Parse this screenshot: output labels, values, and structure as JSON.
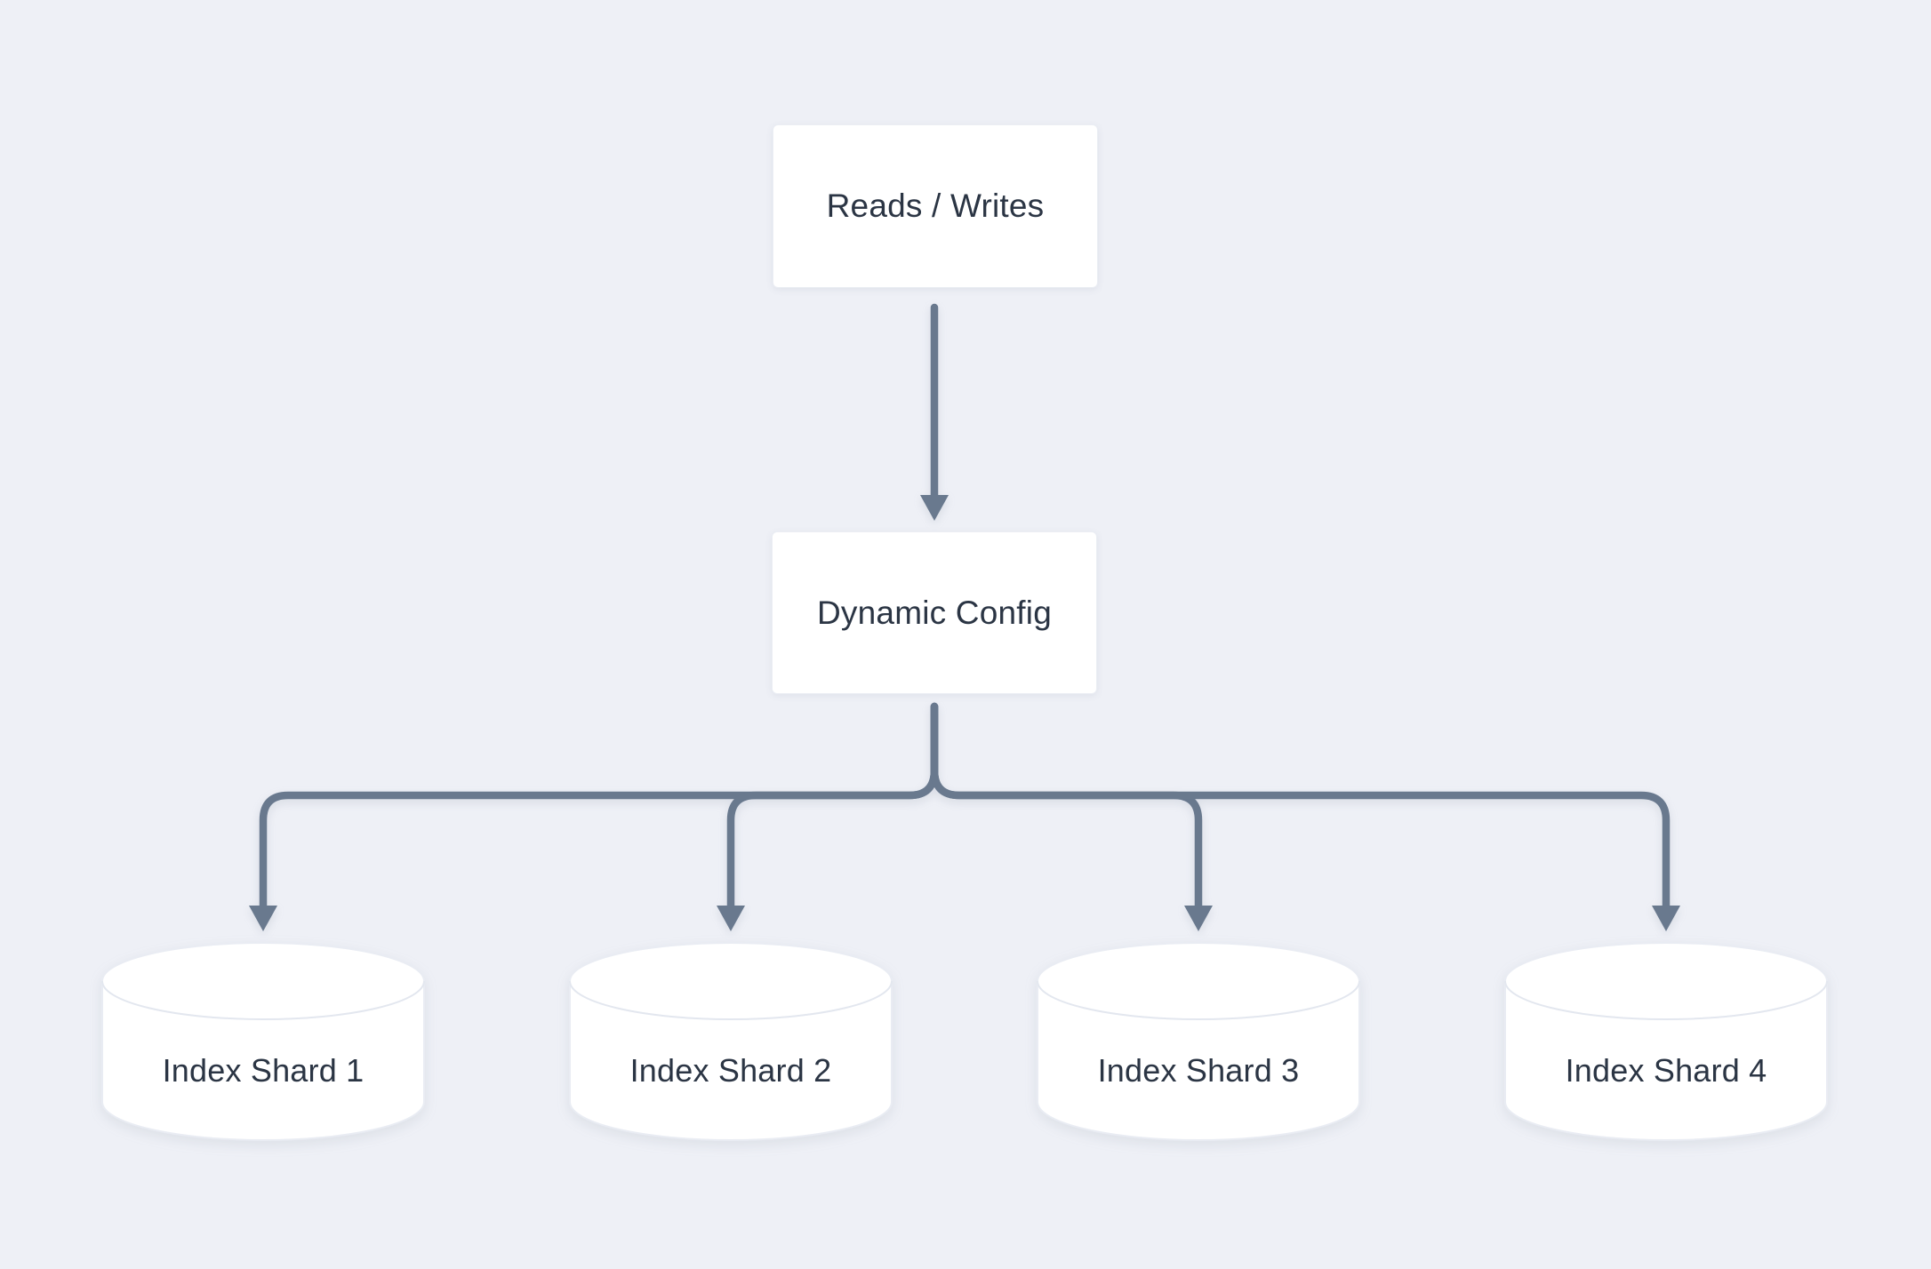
{
  "diagram": {
    "colors": {
      "background": "#eef0f6",
      "connector": "#69798e",
      "node_fill": "#ffffff",
      "node_stroke": "#e9ecf3",
      "text": "#2b3544"
    },
    "nodes": {
      "reads_writes": {
        "label": "Reads / Writes"
      },
      "dynamic_config": {
        "label": "Dynamic Config"
      },
      "shards": [
        {
          "label": "Index Shard 1"
        },
        {
          "label": "Index Shard 2"
        },
        {
          "label": "Index Shard 3"
        },
        {
          "label": "Index Shard 4"
        }
      ]
    }
  }
}
